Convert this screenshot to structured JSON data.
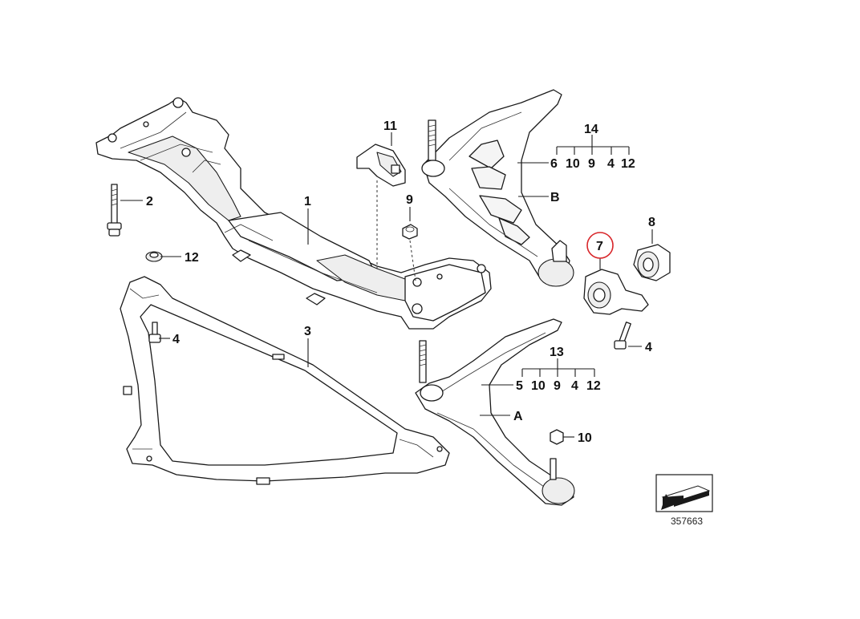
{
  "callouts": {
    "p1": "1",
    "p2": "2",
    "p3": "3",
    "p4a": "4",
    "p4b": "4",
    "p7": "7",
    "p8": "8",
    "p9": "9",
    "p10": "10",
    "p11": "11",
    "p12": "12",
    "group14": {
      "head": "14",
      "items": [
        "6",
        "10",
        "9",
        "4",
        "12"
      ],
      "arm": "B"
    },
    "group13": {
      "head": "13",
      "items": [
        "5",
        "10",
        "9",
        "4",
        "12"
      ],
      "arm": "A"
    }
  },
  "diagram_id": "357663",
  "highlight_color": "#d8262a"
}
